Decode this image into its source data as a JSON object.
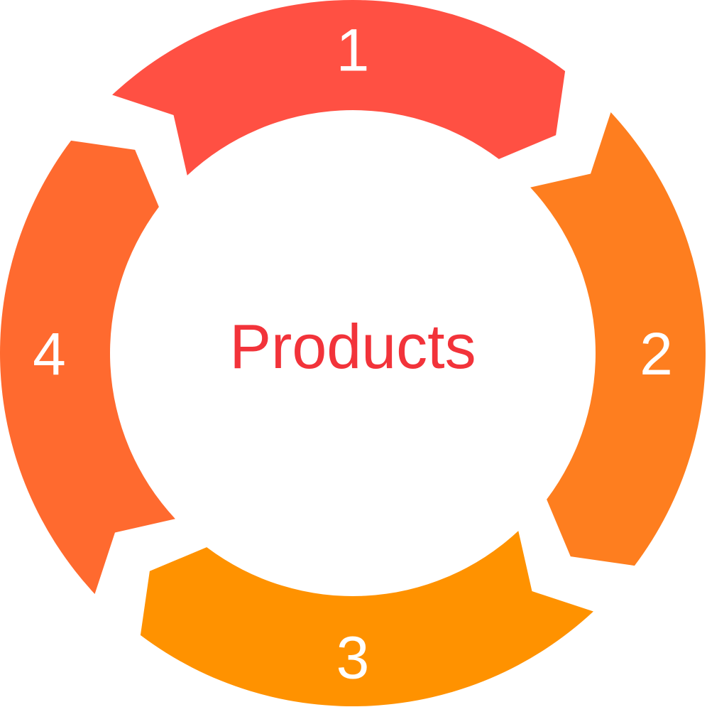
{
  "center": {
    "label": "Products",
    "color": "#F2333A"
  },
  "segments": [
    {
      "label": "1",
      "color": "#FF5043"
    },
    {
      "label": "2",
      "color": "#FE7E1F"
    },
    {
      "label": "3",
      "color": "#FF9200"
    },
    {
      "label": "4",
      "color": "#FF6A2F"
    }
  ]
}
